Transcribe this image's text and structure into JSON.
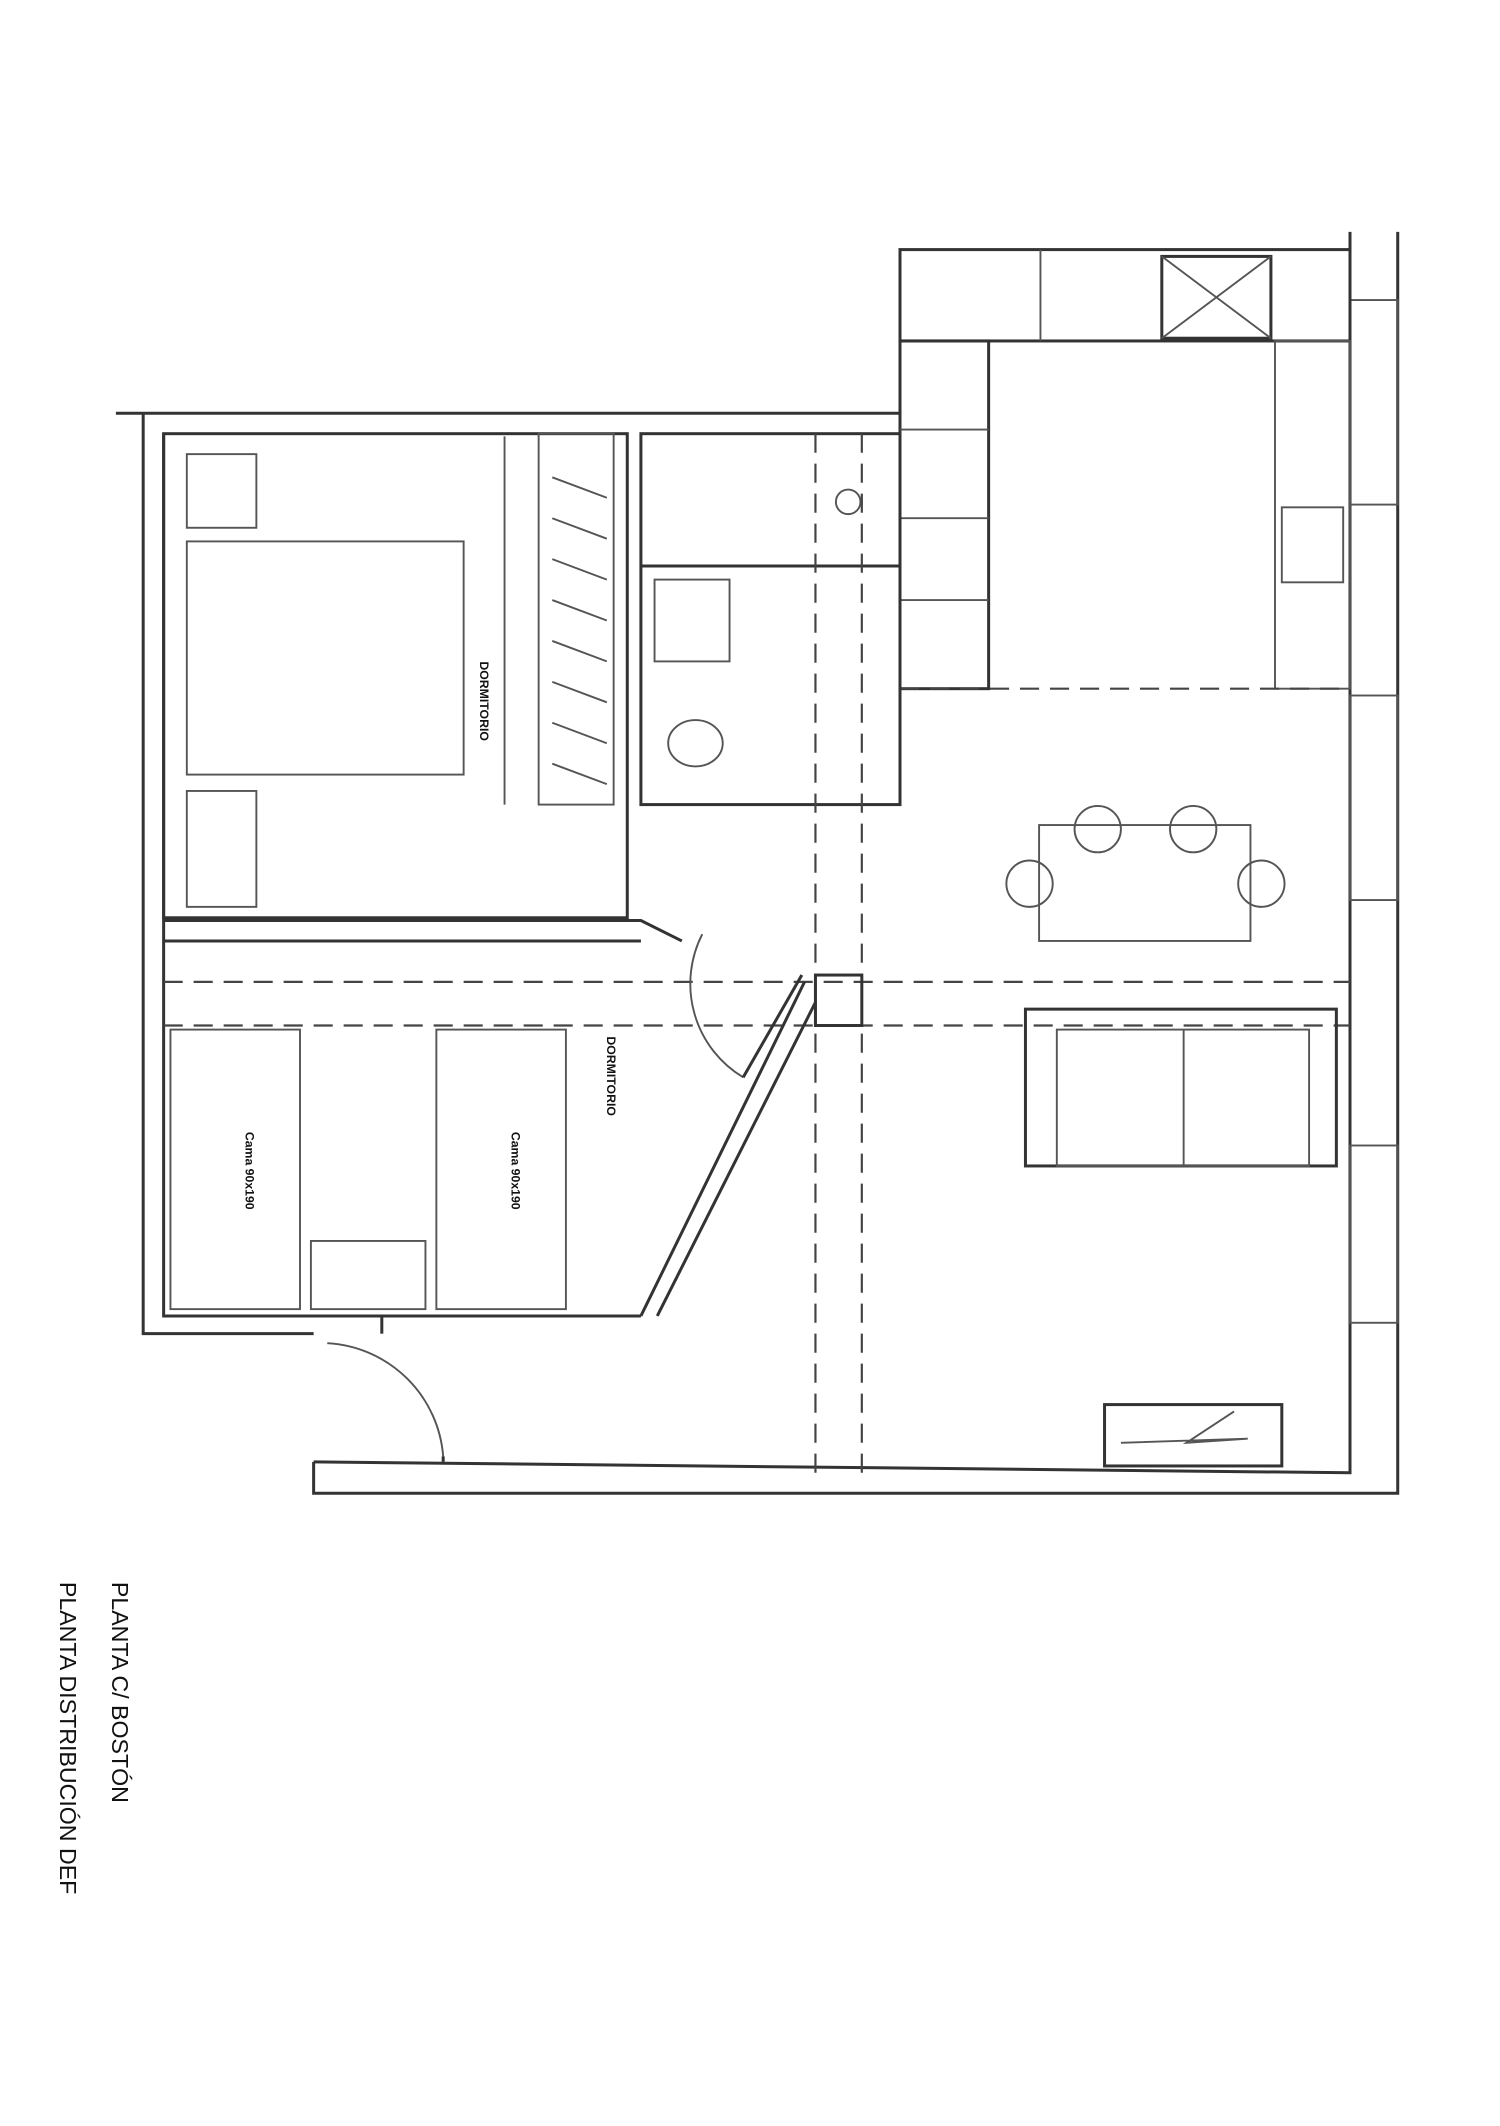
{
  "title": {
    "line1": "PLANTA C/ BOSTÓN",
    "line2": "PLANTA DISTRIBUCIÓN DEF"
  },
  "rooms": {
    "bedroom_1": "DORMITORIO",
    "bedroom_2": "DORMITORIO",
    "bed_single_1": "Cama 90x190",
    "bed_single_2": "Cama 90x190"
  },
  "colors": {
    "line": "#333333",
    "background": "#ffffff"
  }
}
